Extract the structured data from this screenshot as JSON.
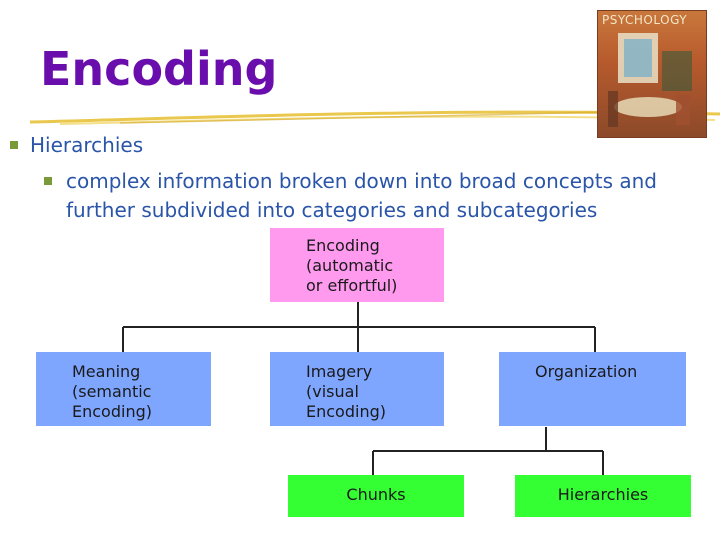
{
  "slide": {
    "title": "Encoding",
    "cover_title": "PSYCHOLOGY",
    "bullet1": "Hierarchies",
    "bullet2": "complex information broken down into broad concepts and further subdivided into categories and subcategories"
  },
  "diagram": {
    "root": {
      "line1": "Encoding",
      "line2": "(automatic",
      "line3": "or effortful)"
    },
    "meaning": {
      "line1": "Meaning",
      "line2": "(semantic",
      "line3": "Encoding)"
    },
    "imagery": {
      "line1": "Imagery",
      "line2": "(visual",
      "line3": "Encoding)"
    },
    "organization": {
      "line1": "Organization"
    },
    "chunks": {
      "line1": "Chunks"
    },
    "hierarchies": {
      "line1": "Hierarchies"
    }
  },
  "colors": {
    "title": "#6a0dad",
    "bullet_text": "#2a55a8",
    "bullet_square": "#7a9a3a",
    "root_box": "#ff9aef",
    "level2_box": "#7fa6ff",
    "level3_box": "#33ff33",
    "underline": "#e8c23a"
  }
}
